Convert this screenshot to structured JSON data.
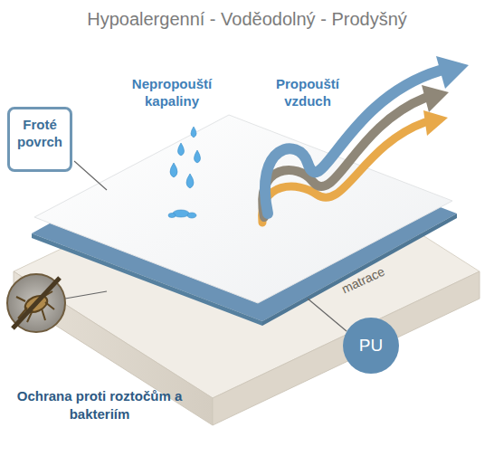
{
  "diagram": {
    "title": "Hypoalergenní - Voděodolný - Prodyšný",
    "nodes": [
      {
        "text": [
          "Froté povrch"
        ]
      },
      {
        "text": [
          "PU"
        ]
      }
    ],
    "labels": [
      "Nepropouští kapaliny",
      "Propouští vzduch",
      "matrace",
      "Ochrana proti roztočům a bakteriím"
    ]
  }
}
